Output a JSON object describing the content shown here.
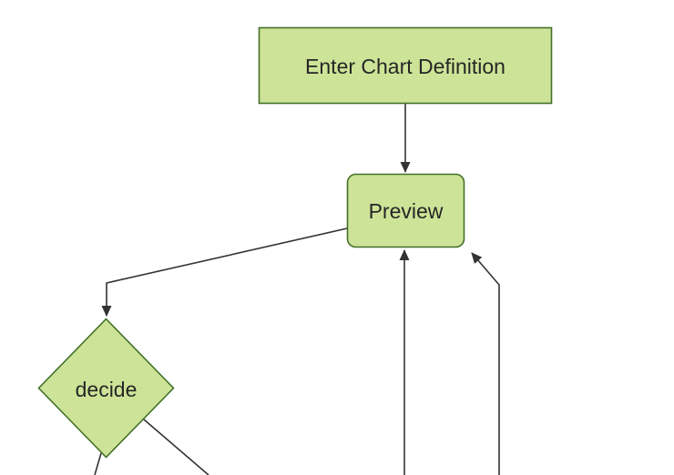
{
  "page": {
    "background": "#ffffff"
  },
  "diagram": {
    "type": "flowchart",
    "direction": "top-down",
    "colors": {
      "node_fill": "#cde498",
      "node_border": "#44702a",
      "edge_line": "#333333",
      "arrowhead": "#333333",
      "label_text": "#262626"
    },
    "nodes": [
      {
        "id": "enter",
        "label": "Enter Chart Definition",
        "shape": "rectangle"
      },
      {
        "id": "preview",
        "label": "Preview",
        "shape": "rounded-rectangle"
      },
      {
        "id": "decide",
        "label": "decide",
        "shape": "diamond"
      }
    ],
    "edges": [
      {
        "from": "enter",
        "to": "preview",
        "arrowhead": true
      },
      {
        "from": "preview",
        "to": "decide",
        "arrowhead": true
      },
      {
        "from": "offscreen-bottom",
        "to": "preview",
        "arrowhead": true
      },
      {
        "from": "offscreen-bottom",
        "to": "preview",
        "arrowhead": true
      },
      {
        "from": "decide",
        "to": "offscreen-bottom",
        "arrowhead": false
      },
      {
        "from": "decide",
        "to": "offscreen-bottom",
        "arrowhead": false
      }
    ]
  }
}
